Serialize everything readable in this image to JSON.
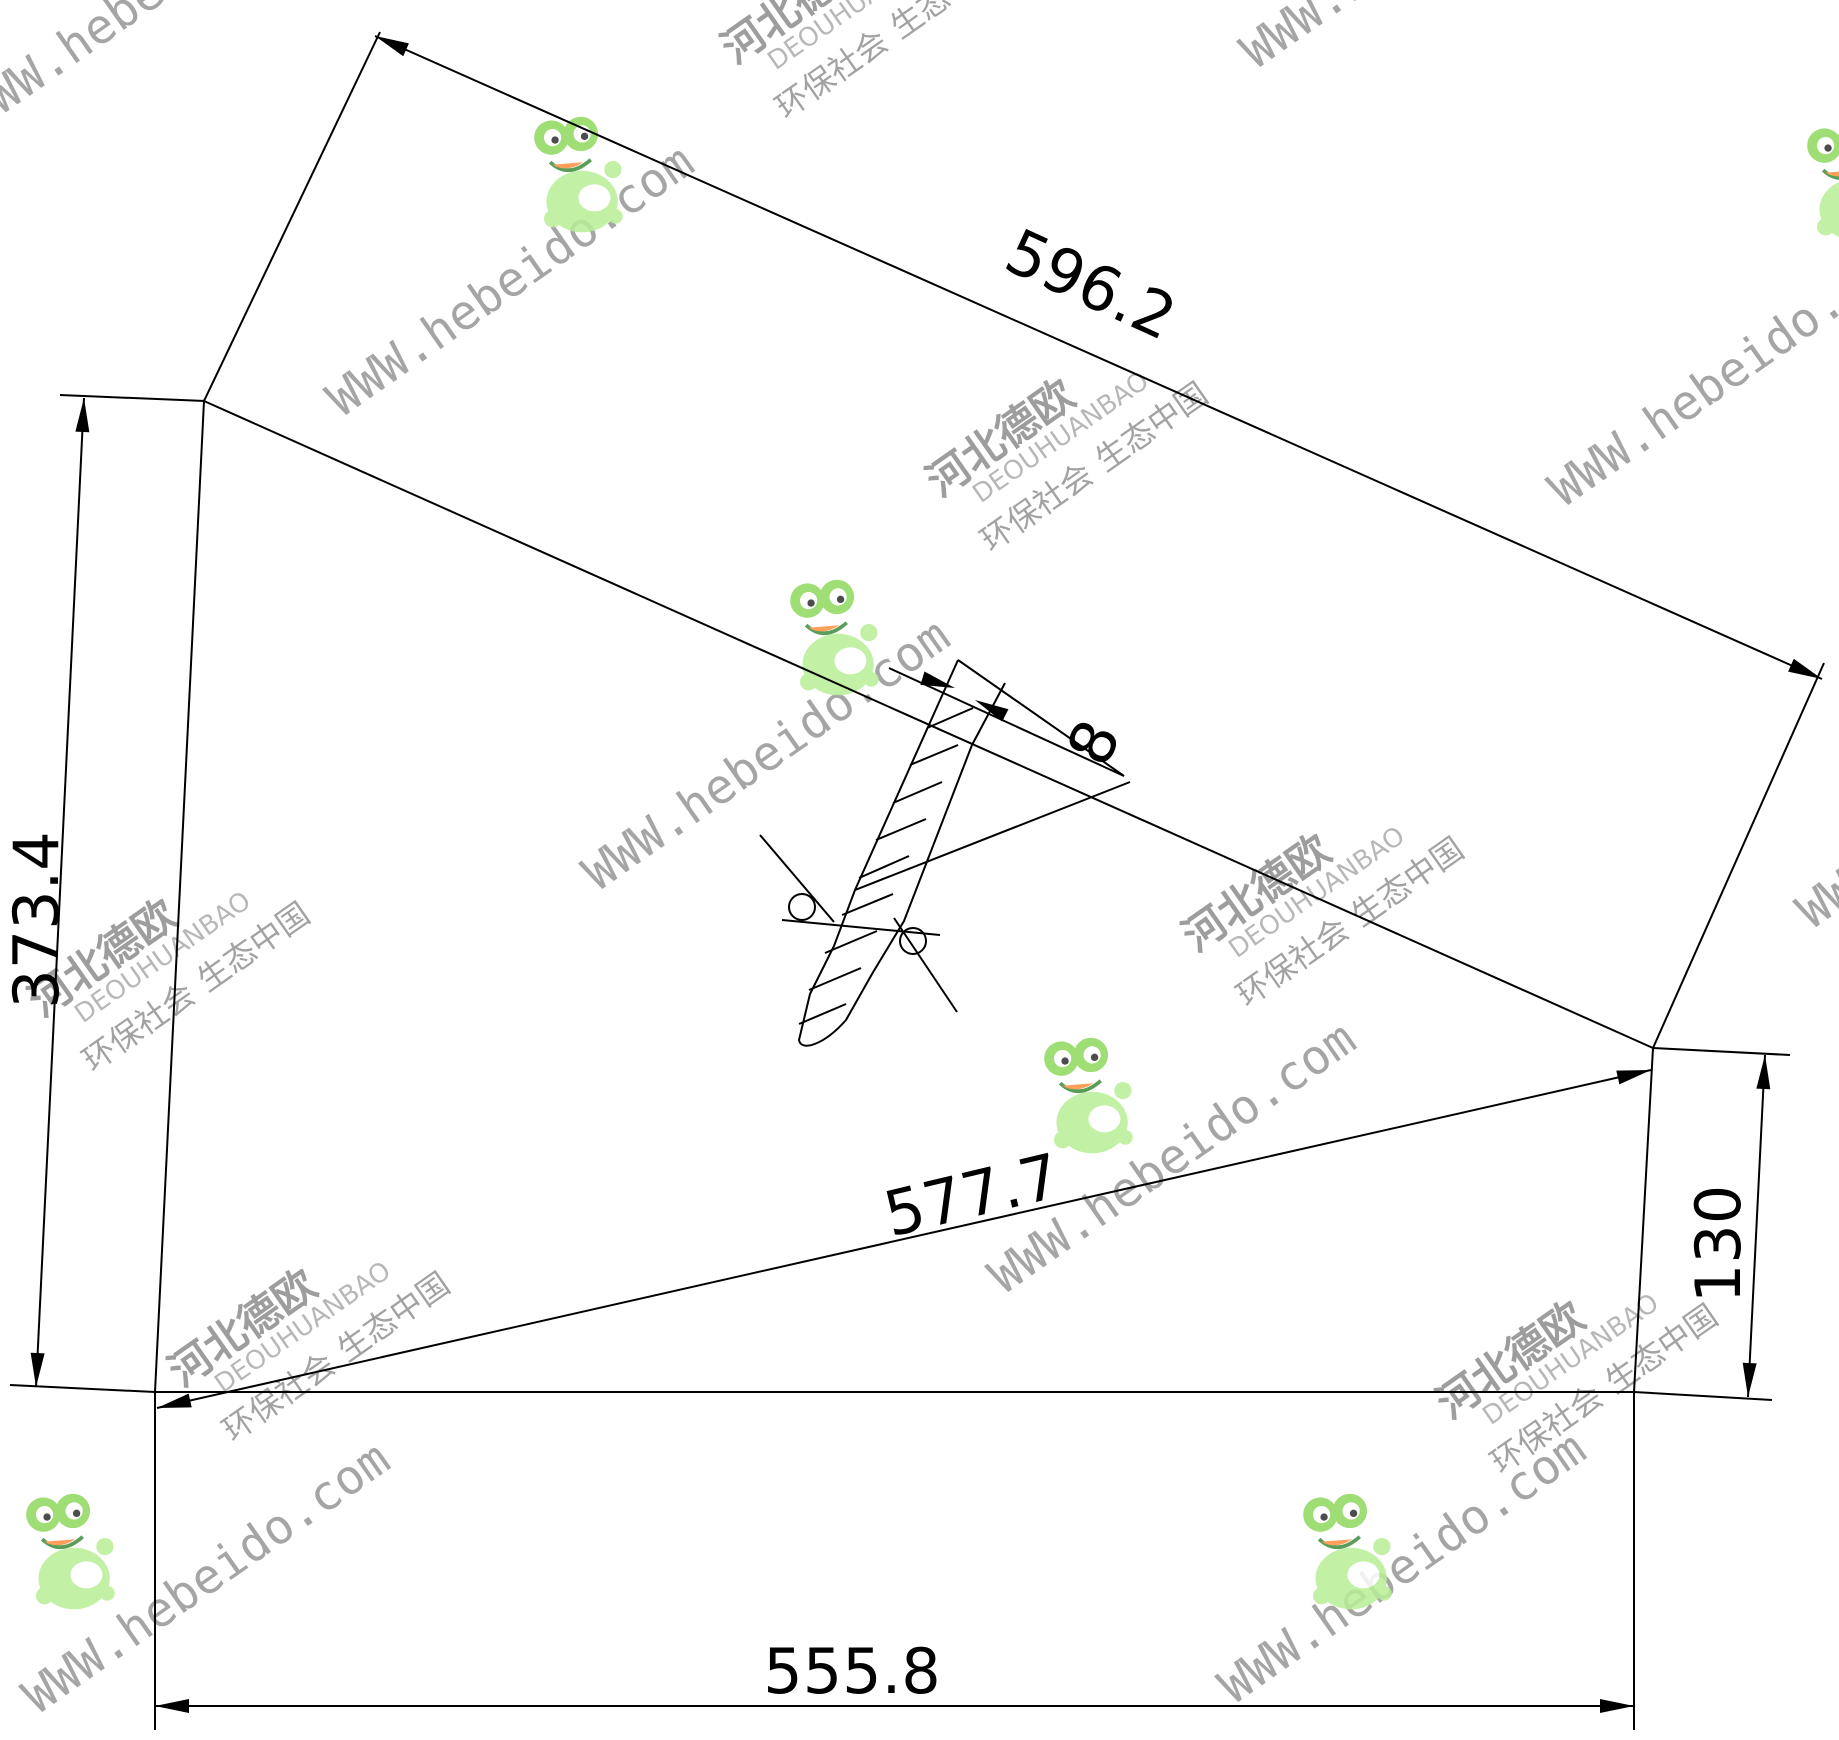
{
  "dimensions": {
    "top_edge": "596.2",
    "left_height": "373.4",
    "thickness": "8",
    "diagonal": "577.7",
    "right_height": "130",
    "bottom_edge": "555.8"
  },
  "watermark": {
    "url": "WWW.hebeido.com",
    "brand_cn": "河北德欧",
    "brand_en": "DEOUHUANBAO",
    "slogan_cn_left": "环保社会",
    "slogan_cn_right": "生态中国"
  },
  "colors": {
    "line": "#000000",
    "background": "#ffffff",
    "mascot_light": "#b8ee96",
    "mascot_dark": "#8ed95d"
  },
  "icons": {
    "mascot": "frog-mascot-icon"
  }
}
